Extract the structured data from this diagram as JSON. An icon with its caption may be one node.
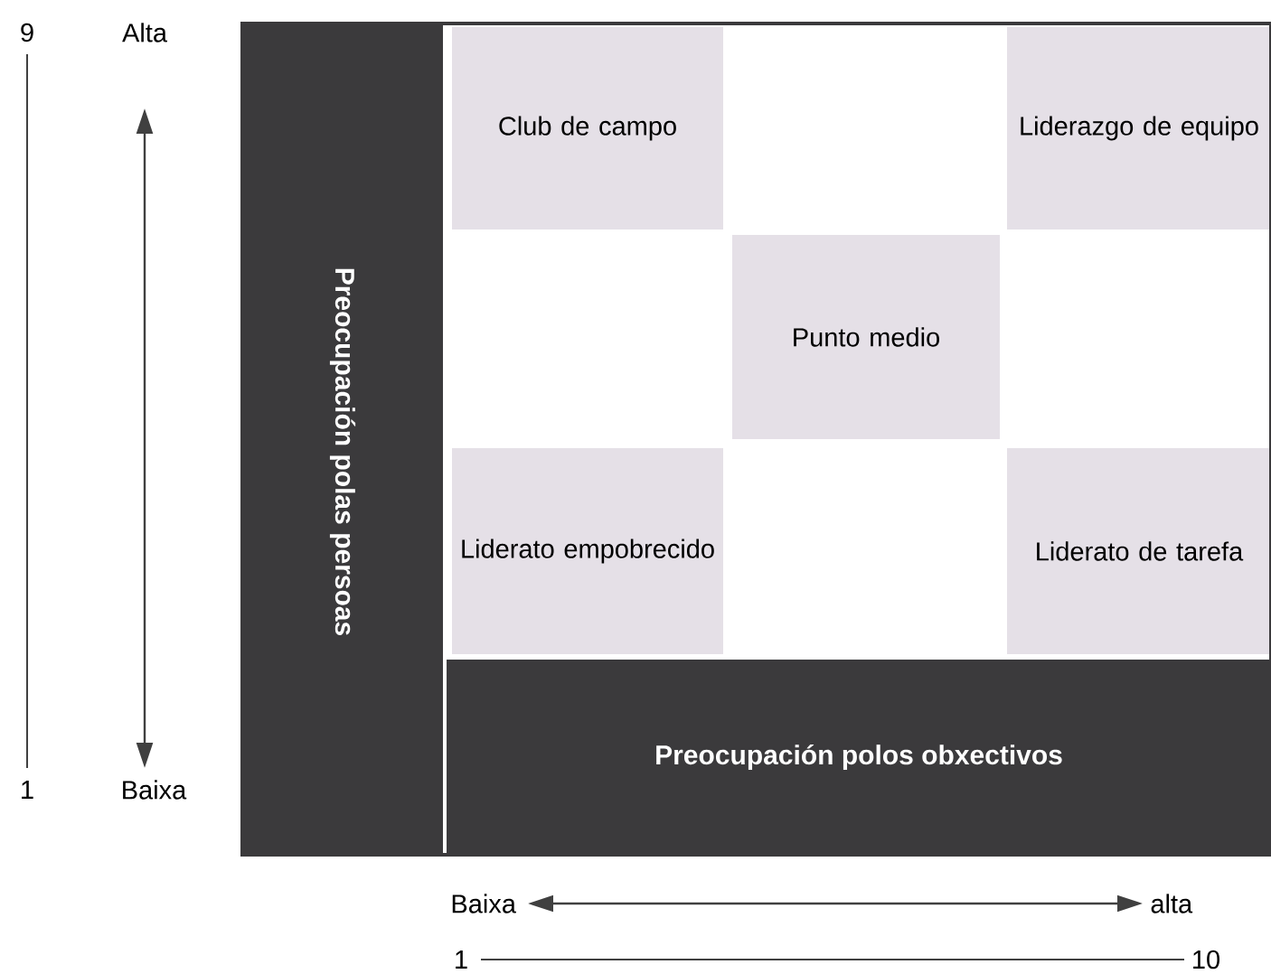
{
  "diagram": {
    "nodes": [
      {
        "text": [
          "Preocupación polas persoas"
        ]
      },
      {
        "text": [
          "Preocupación polos obxectivos"
        ]
      },
      {
        "text": [
          "Club de campo"
        ]
      },
      {
        "text": [
          "Liderazgo de equipo"
        ]
      },
      {
        "text": [
          "Punto medio"
        ]
      },
      {
        "text": [
          "Liderato empobrecido"
        ]
      },
      {
        "text": [
          "Liderato de tarefa"
        ]
      }
    ],
    "labels": [
      "9",
      "Alta",
      "1",
      "Baixa",
      "Baixa",
      "alta",
      "1",
      "10"
    ]
  }
}
